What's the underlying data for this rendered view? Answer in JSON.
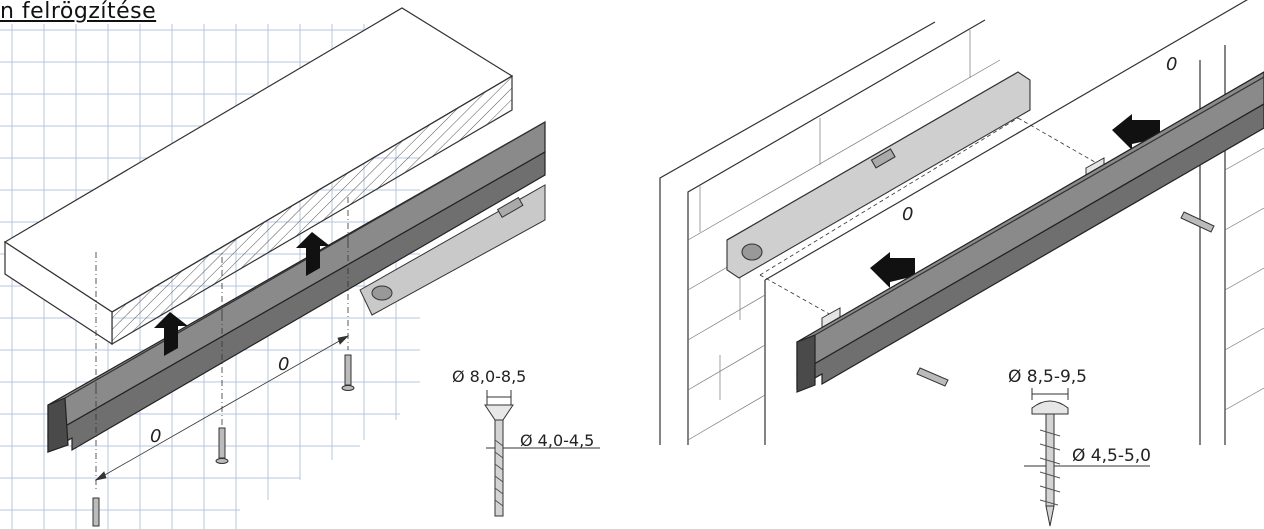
{
  "title": "n felrögzítése",
  "left": {
    "dimension_label": "0",
    "screw": {
      "head_diameter": "Ø 8,0-8,5",
      "shank_diameter": "Ø 4,0-4,5"
    }
  },
  "right": {
    "dimension_label": "0",
    "screw": {
      "head_diameter": "Ø 8,5-9,5",
      "shank_diameter": "Ø 4,5-5,0"
    }
  },
  "colors": {
    "rail": "#6f6f6f",
    "rail_dark": "#4a4a4a",
    "grid": "#b8c6dc",
    "level": "#c9c9c9"
  }
}
